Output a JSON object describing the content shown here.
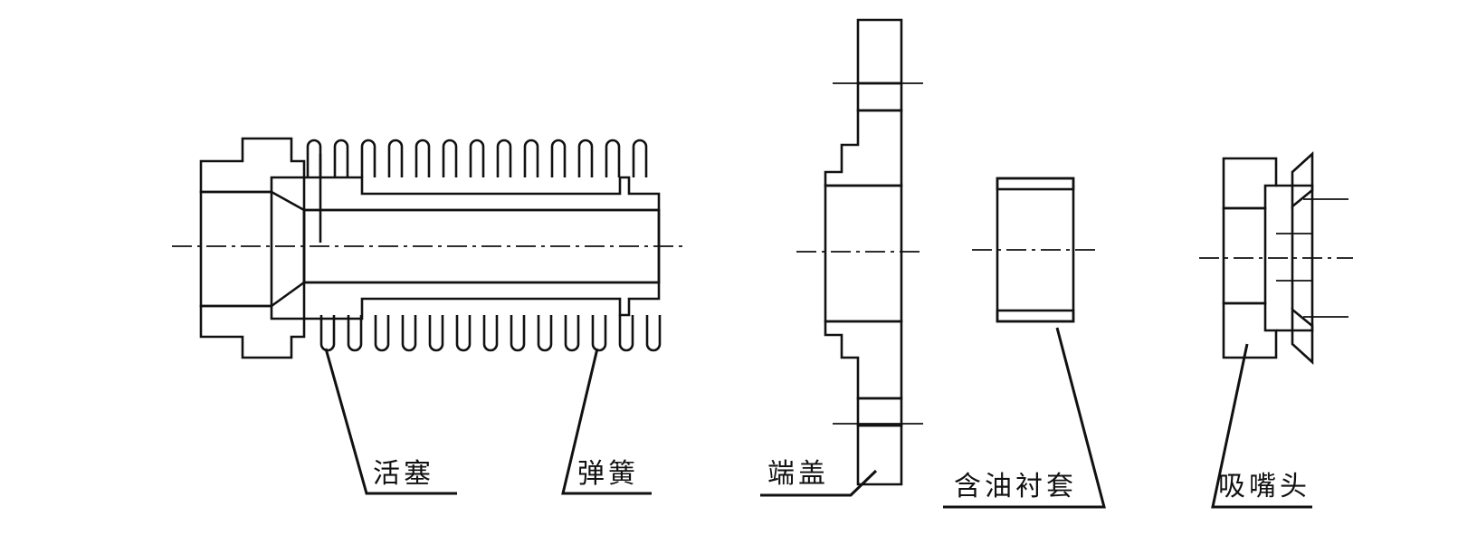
{
  "labels": {
    "piston": "活塞",
    "spring": "弹簧",
    "end_cover": "端盖",
    "oil_bushing": "含油衬套",
    "suction_nozzle": "吸嘴头"
  }
}
